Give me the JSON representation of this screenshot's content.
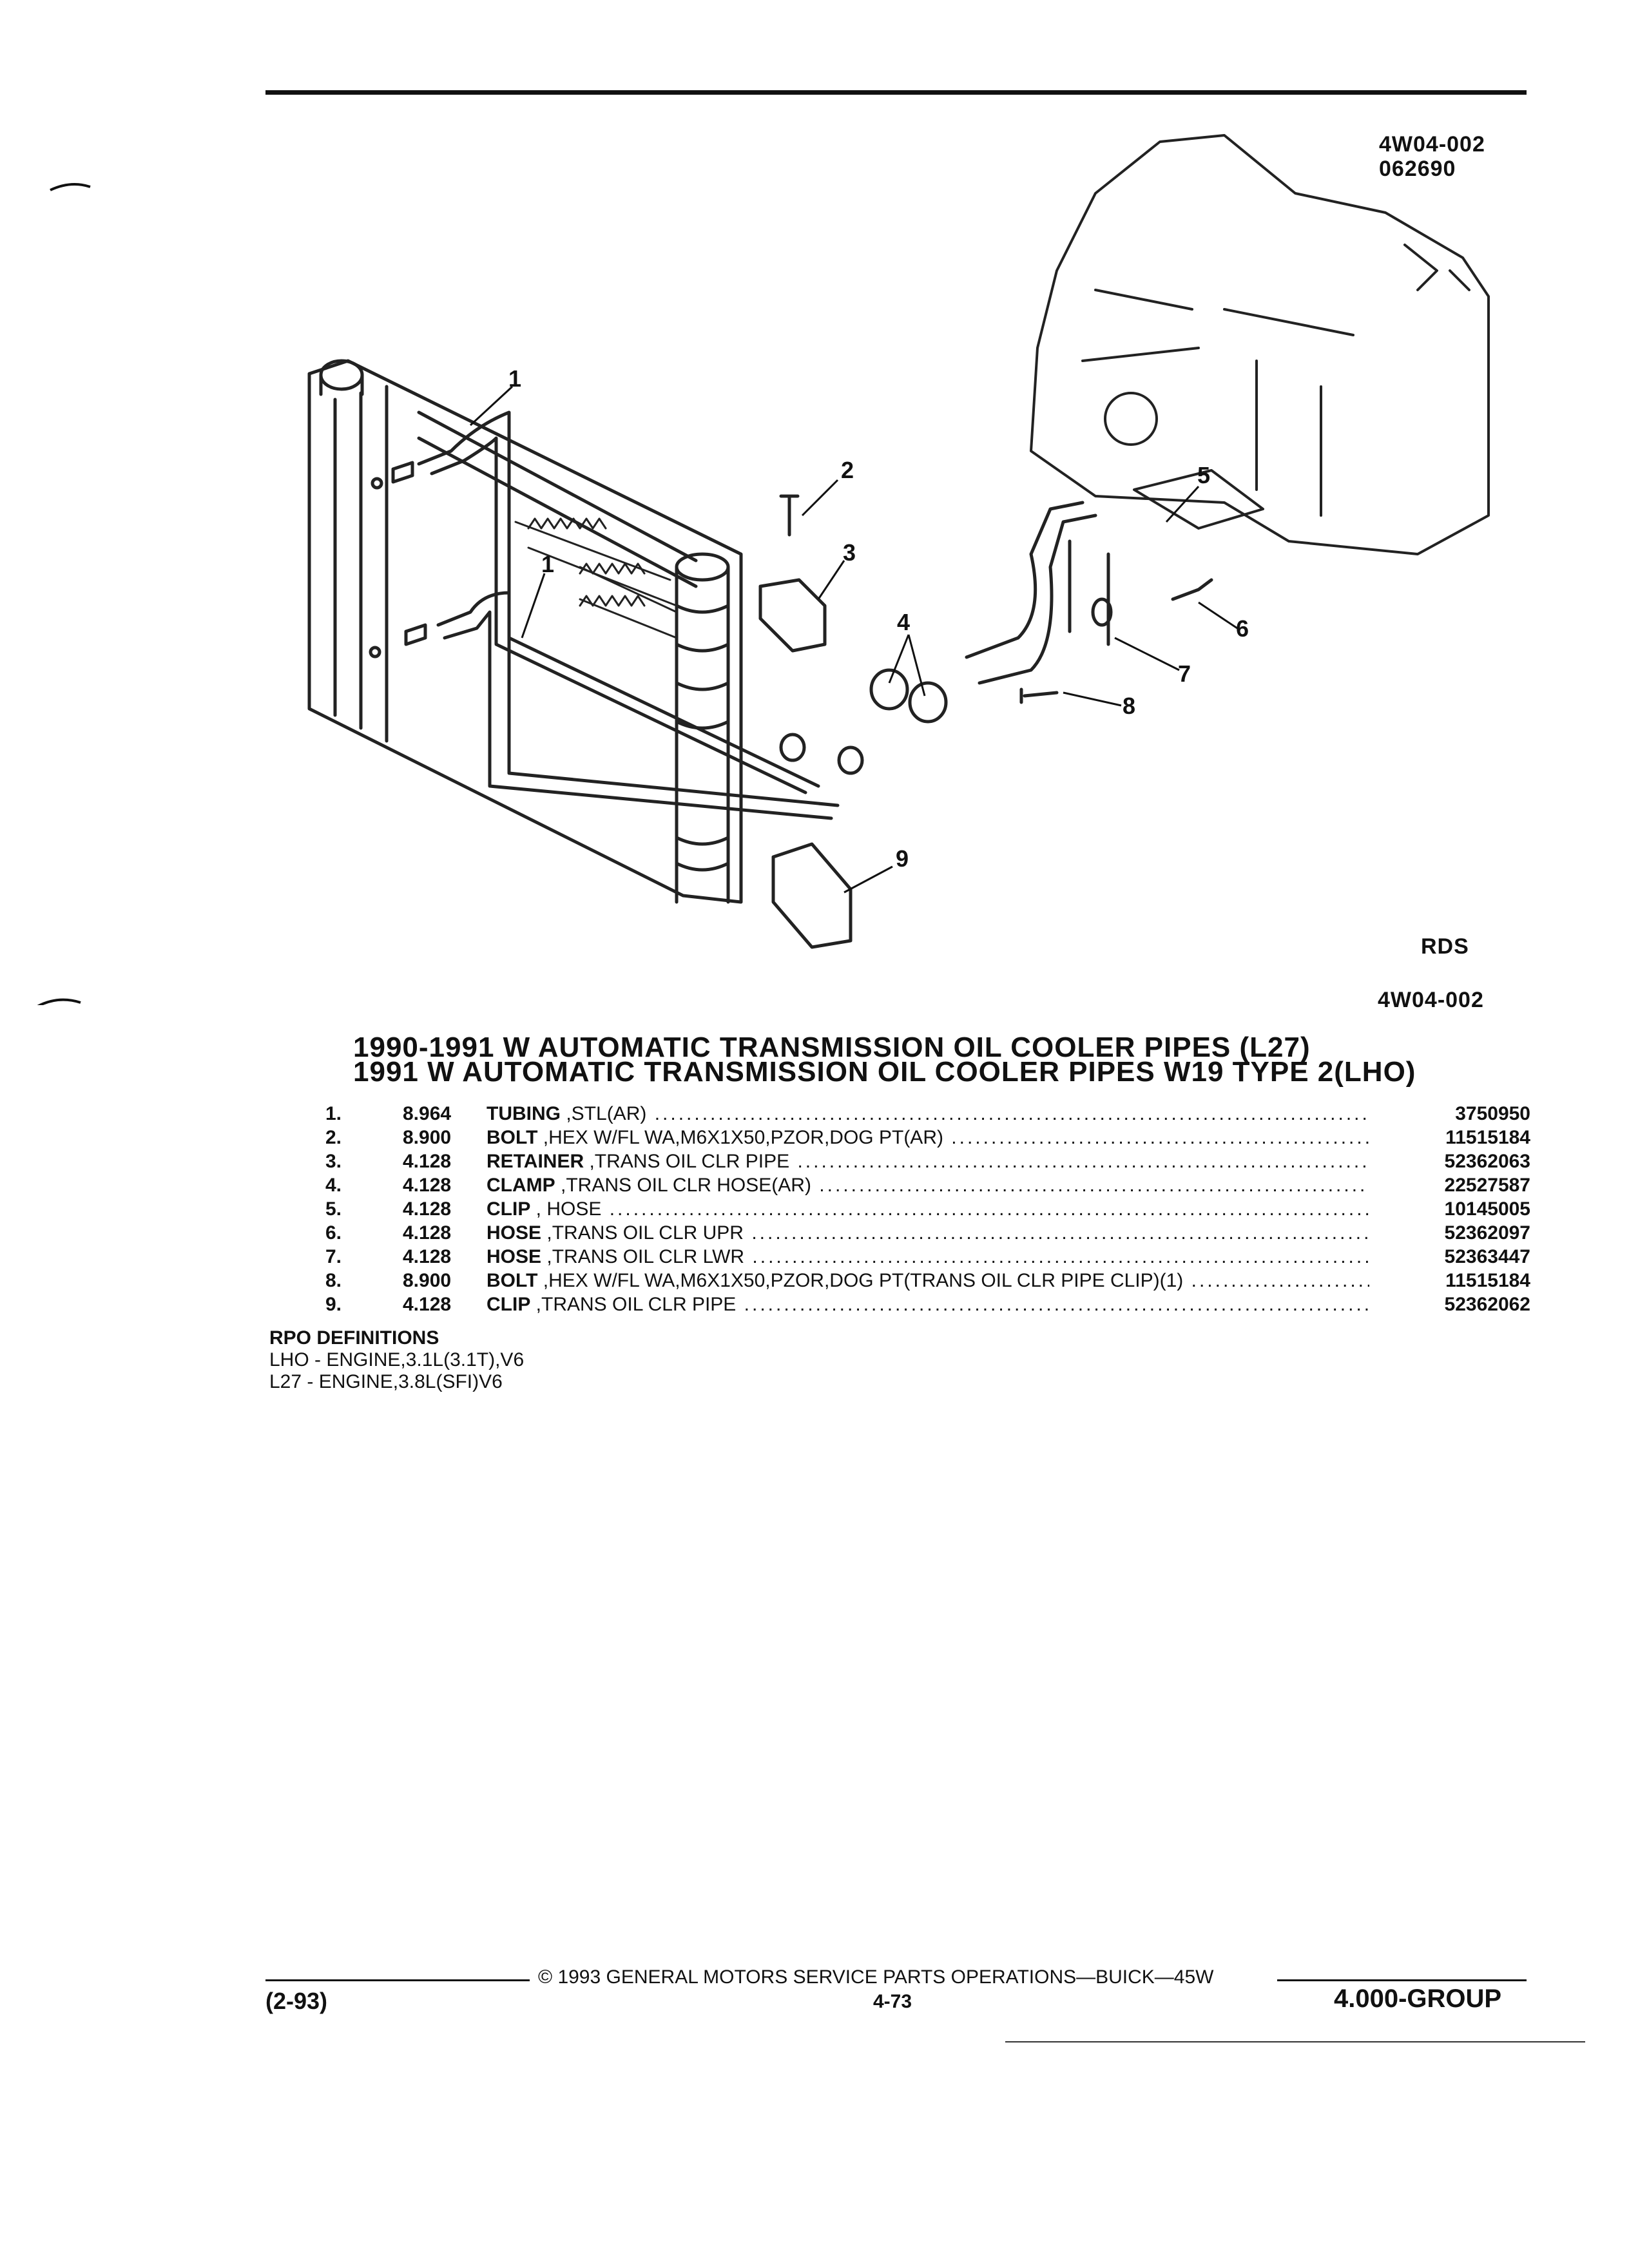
{
  "drawing_ref": {
    "code": "4W04-002",
    "number": "062690"
  },
  "callouts": [
    "1",
    "1",
    "2",
    "3",
    "4",
    "5",
    "6",
    "7",
    "8",
    "9"
  ],
  "rds_label": "RDS",
  "figure_code": "4W04-002",
  "titles": [
    "1990-1991 W AUTOMATIC TRANSMISSION OIL COOLER PIPES (L27)",
    "1991 W AUTOMATIC TRANSMISSION OIL COOLER PIPES W19 TYPE 2(LHO)"
  ],
  "parts": [
    {
      "num": "1.",
      "group": "8.964",
      "name": "TUBING",
      "spec": " ,STL(AR)",
      "part": "3750950"
    },
    {
      "num": "2.",
      "group": "8.900",
      "name": "BOLT",
      "spec": " ,HEX W/FL WA,M6X1X50,PZOR,DOG PT(AR)",
      "part": "11515184"
    },
    {
      "num": "3.",
      "group": "4.128",
      "name": "RETAINER",
      "spec": " ,TRANS OIL CLR PIPE",
      "part": "52362063"
    },
    {
      "num": "4.",
      "group": "4.128",
      "name": "CLAMP",
      "spec": " ,TRANS OIL CLR HOSE(AR)",
      "part": "22527587"
    },
    {
      "num": "5.",
      "group": "4.128",
      "name": "CLIP",
      "spec": " , HOSE",
      "part": "10145005"
    },
    {
      "num": "6.",
      "group": "4.128",
      "name": "HOSE",
      "spec": " ,TRANS OIL CLR UPR",
      "part": "52362097"
    },
    {
      "num": "7.",
      "group": "4.128",
      "name": "HOSE",
      "spec": " ,TRANS OIL CLR LWR",
      "part": "52363447"
    },
    {
      "num": "8.",
      "group": "8.900",
      "name": "BOLT",
      "spec": " ,HEX W/FL WA,M6X1X50,PZOR,DOG PT(TRANS OIL CLR PIPE CLIP)(1)",
      "part": "11515184"
    },
    {
      "num": "9.",
      "group": "4.128",
      "name": "CLIP",
      "spec": " ,TRANS OIL CLR PIPE",
      "part": "52362062"
    }
  ],
  "rpo": {
    "heading": "RPO DEFINITIONS",
    "lines": [
      "LHO - ENGINE,3.1L(3.1T),V6",
      "L27 - ENGINE,3.8L(SFI)V6"
    ]
  },
  "footer": {
    "copyright": "©  1993  GENERAL MOTORS SERVICE PARTS OPERATIONS—BUICK—45W",
    "date": "(2-93)",
    "page": "4-73",
    "group": "4.000-GROUP"
  }
}
